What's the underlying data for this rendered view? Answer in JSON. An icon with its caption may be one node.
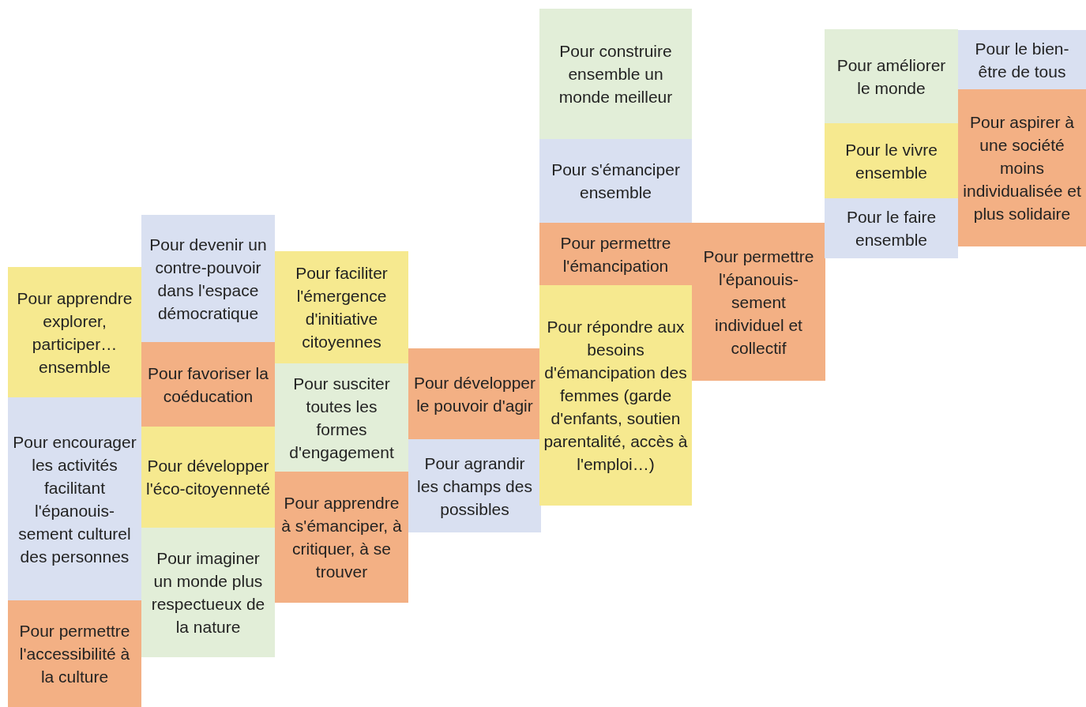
{
  "diagram": {
    "nodes": [
      {
        "text": [
          "Pour apprendre explorer, participer… ensemble"
        ]
      },
      {
        "text": [
          "Pour encourager les activités facilitant l'épanouis-sement culturel des personnes"
        ]
      },
      {
        "text": [
          "Pour permettre l'accessibilité à la culture"
        ]
      },
      {
        "text": [
          "Pour devenir un contre-pouvoir dans l'espace démocratique"
        ]
      },
      {
        "text": [
          "Pour favoriser la coéducation"
        ]
      },
      {
        "text": [
          "Pour développer l'éco-citoyenneté"
        ]
      },
      {
        "text": [
          "Pour imaginer un monde plus respectueux de la nature"
        ]
      },
      {
        "text": [
          "Pour faciliter l'émergence d'initiative citoyennes"
        ]
      },
      {
        "text": [
          "Pour susciter toutes les formes d'engagement"
        ]
      },
      {
        "text": [
          "Pour apprendre à s'émanciper, à critiquer, à se trouver"
        ]
      },
      {
        "text": [
          "Pour développer le pouvoir d'agir"
        ]
      },
      {
        "text": [
          "Pour agrandir les champs des possibles"
        ]
      },
      {
        "text": [
          "Pour construire ensemble un monde meilleur"
        ]
      },
      {
        "text": [
          "Pour s'émanciper ensemble"
        ]
      },
      {
        "text": [
          "Pour permettre l'émancipation"
        ]
      },
      {
        "text": [
          "Pour répondre aux besoins d'émancipation des femmes (garde d'enfants, soutien parentalité, accès à l'emploi…)"
        ]
      },
      {
        "text": [
          "Pour permettre l'épanouis-sement individuel et collectif"
        ]
      },
      {
        "text": [
          "Pour améliorer le monde"
        ]
      },
      {
        "text": [
          "Pour le vivre ensemble"
        ]
      },
      {
        "text": [
          "Pour le faire ensemble"
        ]
      },
      {
        "text": [
          "Pour le bien-être de tous"
        ]
      },
      {
        "text": [
          "Pour aspirer à une société moins individualisée et plus solidaire"
        ]
      }
    ]
  }
}
